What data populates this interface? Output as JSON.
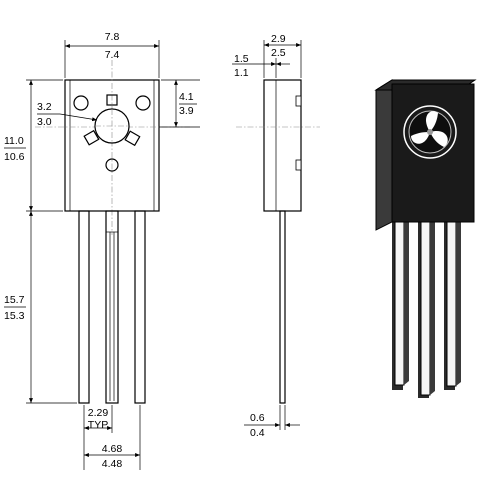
{
  "front_view": {
    "body_width_max": "7.8",
    "body_width_min": "7.4",
    "hole_diameter_max": "3.2",
    "hole_diameter_min": "3.0",
    "hole_offset_max": "4.1",
    "hole_offset_min": "3.9",
    "body_height_max": "11.0",
    "body_height_min": "10.6",
    "lead_length_max": "15.7",
    "lead_length_min": "15.3",
    "pitch_value": "2.29",
    "pitch_note": "TYP",
    "lead_span_max": "4.68",
    "lead_span_min": "4.48"
  },
  "side_view": {
    "thickness_max": "2.9",
    "thickness_min": "2.5",
    "tab_thickness_max": "1.5",
    "tab_thickness_min": "1.1",
    "lead_thickness_max": "0.6",
    "lead_thickness_min": "0.4"
  },
  "colors": {
    "line": "#000000",
    "centerline": "#8a8a8a",
    "package_body": "#1a1a1a",
    "package_side": "#3a3a3a",
    "lead_face": "#f5f5f5"
  }
}
